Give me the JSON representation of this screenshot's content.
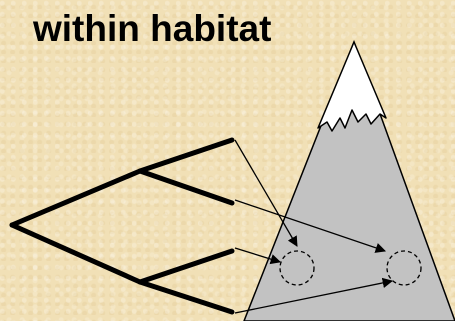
{
  "title": "within habitat",
  "colors": {
    "background": "#f1e0b6",
    "mountain_fill": "#c2c2c2",
    "snow_fill": "#ffffff",
    "line": "#000000"
  },
  "icons": {
    "mountain": "mountain-icon",
    "tree": "phylogenetic-tree",
    "habitat": "dashed-circle"
  }
}
